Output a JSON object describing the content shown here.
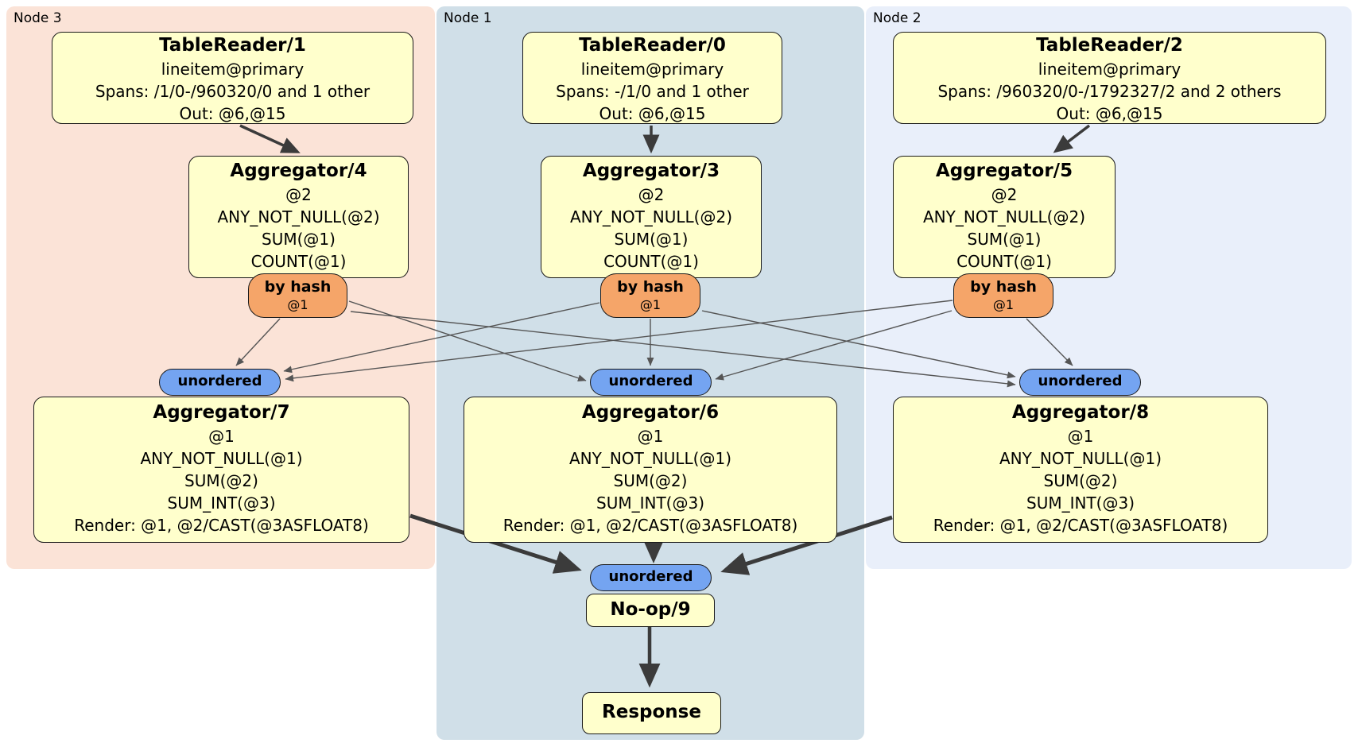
{
  "colors": {
    "region_node3_bg": "#FBE3D7",
    "region_node1_bg": "#D0DFE8",
    "region_node2_bg": "#E9EFFA",
    "processor_fill": "#FFFFCC",
    "router_fill": "#F5A569",
    "sync_fill": "#74A4F1",
    "edge_thick": "#3b3b3b",
    "edge_thin": "#555555"
  },
  "regions": {
    "node3": {
      "label": "Node 3"
    },
    "node1": {
      "label": "Node 1"
    },
    "node2": {
      "label": "Node 2"
    }
  },
  "processors": {
    "tablereader1": {
      "title": "TableReader/1",
      "lines": [
        "lineitem@primary",
        "Spans: /1/0-/960320/0 and 1 other",
        "Out: @6,@15"
      ]
    },
    "tablereader0": {
      "title": "TableReader/0",
      "lines": [
        "lineitem@primary",
        "Spans: -/1/0 and 1 other",
        "Out: @6,@15"
      ]
    },
    "tablereader2": {
      "title": "TableReader/2",
      "lines": [
        "lineitem@primary",
        "Spans: /960320/0-/1792327/2 and 2 others",
        "Out: @6,@15"
      ]
    },
    "aggregator4": {
      "title": "Aggregator/4",
      "lines": [
        "@2",
        "ANY_NOT_NULL(@2)",
        "SUM(@1)",
        "COUNT(@1)"
      ]
    },
    "aggregator3": {
      "title": "Aggregator/3",
      "lines": [
        "@2",
        "ANY_NOT_NULL(@2)",
        "SUM(@1)",
        "COUNT(@1)"
      ]
    },
    "aggregator5": {
      "title": "Aggregator/5",
      "lines": [
        "@2",
        "ANY_NOT_NULL(@2)",
        "SUM(@1)",
        "COUNT(@1)"
      ]
    },
    "aggregator7": {
      "title": "Aggregator/7",
      "lines": [
        "@1",
        "ANY_NOT_NULL(@1)",
        "SUM(@2)",
        "SUM_INT(@3)",
        "Render: @1, @2/CAST(@3ASFLOAT8)"
      ]
    },
    "aggregator6": {
      "title": "Aggregator/6",
      "lines": [
        "@1",
        "ANY_NOT_NULL(@1)",
        "SUM(@2)",
        "SUM_INT(@3)",
        "Render: @1, @2/CAST(@3ASFLOAT8)"
      ]
    },
    "aggregator8": {
      "title": "Aggregator/8",
      "lines": [
        "@1",
        "ANY_NOT_NULL(@1)",
        "SUM(@2)",
        "SUM_INT(@3)",
        "Render: @1, @2/CAST(@3ASFLOAT8)"
      ]
    },
    "noop9": {
      "title": "No-op/9"
    },
    "response": {
      "title": "Response"
    }
  },
  "routers": {
    "node3": {
      "label": "by hash",
      "detail": "@1"
    },
    "node1": {
      "label": "by hash",
      "detail": "@1"
    },
    "node2": {
      "label": "by hash",
      "detail": "@1"
    }
  },
  "synchronizers": {
    "node3": {
      "label": "unordered"
    },
    "node1": {
      "label": "unordered"
    },
    "node2": {
      "label": "unordered"
    },
    "final": {
      "label": "unordered"
    }
  }
}
